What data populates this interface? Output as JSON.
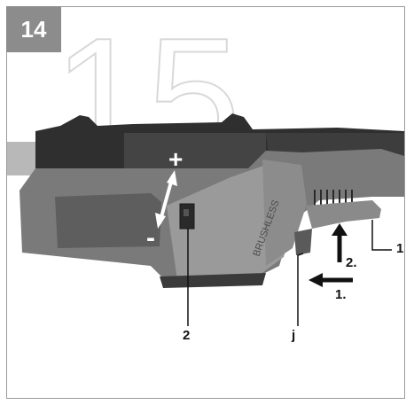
{
  "figure": {
    "number": "14"
  },
  "watermark": {
    "text": "15"
  },
  "device": {
    "brand_text": "BRUSHLESS"
  },
  "speed_adjust": {
    "plus": "+",
    "minus": "-"
  },
  "steps": {
    "step1": "1.",
    "step2": "2."
  },
  "callouts": {
    "dial": "2",
    "trigger": "1",
    "lock": "j"
  },
  "colors": {
    "badge": "#8c8c8c",
    "frame": "#9a9a9a",
    "tool_dark": "#3a3a3a",
    "tool_mid": "#6e6e6e",
    "tool_light": "#9c9c9c",
    "arrow": "#111111"
  }
}
